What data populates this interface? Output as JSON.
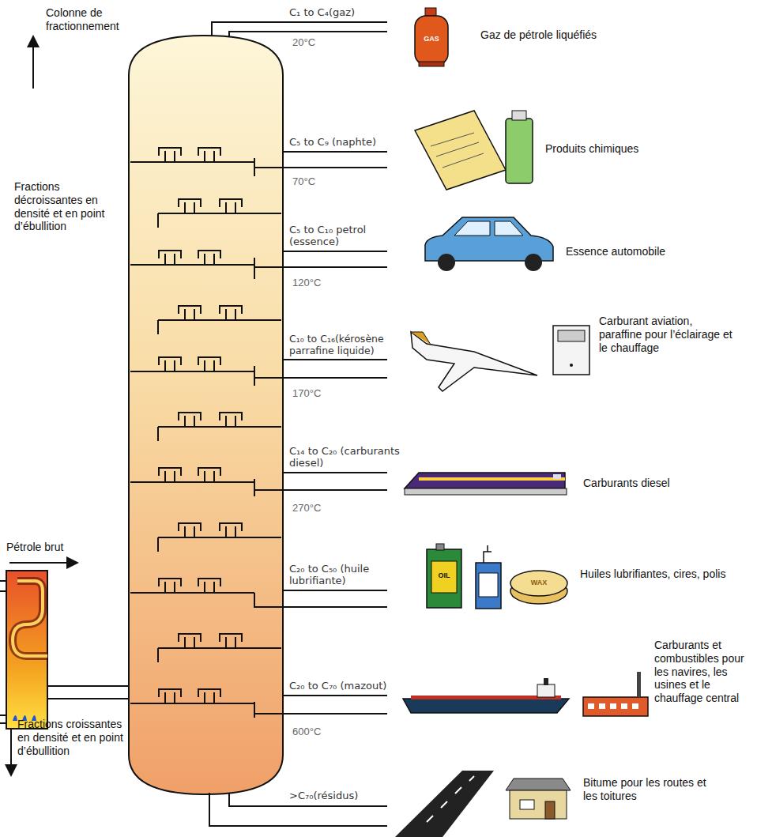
{
  "diagram": {
    "labels": [
      "Colonne de fractionnement",
      "C₁ to C₄(gaz)",
      "20°C",
      "C₅ to C₉ (naphte)",
      "70°C",
      "C₅ to C₁₀ petrol (essence)",
      "120°C",
      "C₁₀ to C₁₆(kérosène parrafine liquide)",
      "170°C",
      "C₁₄ to C₂₀ (carburants diesel)",
      "270°C",
      "C₂₀ to C₅₀ (huile lubrifiante)",
      "C₂₀ to C₇₀ (mazout)",
      "600°C",
      ">C₇₀(résidus)",
      "Gaz de pétrole liquéfiés",
      "Produits chimiques",
      "Essence automobile",
      "Carburant aviation, paraffine pour l’éclairage et le chauffage",
      "Carburants diesel",
      "Huiles lubrifiantes, cires, polis",
      "Carburants et combustibles pour les navires, les usines et le chauffage central",
      "Bitume pour les routes et les toitures",
      "Fractions décroissantes en densité et en point d’ébullition",
      "Pétrole brut",
      "Fractions croissantes en densité et en point d’ébullition",
      "GAS",
      "OIL",
      "WAX"
    ]
  }
}
